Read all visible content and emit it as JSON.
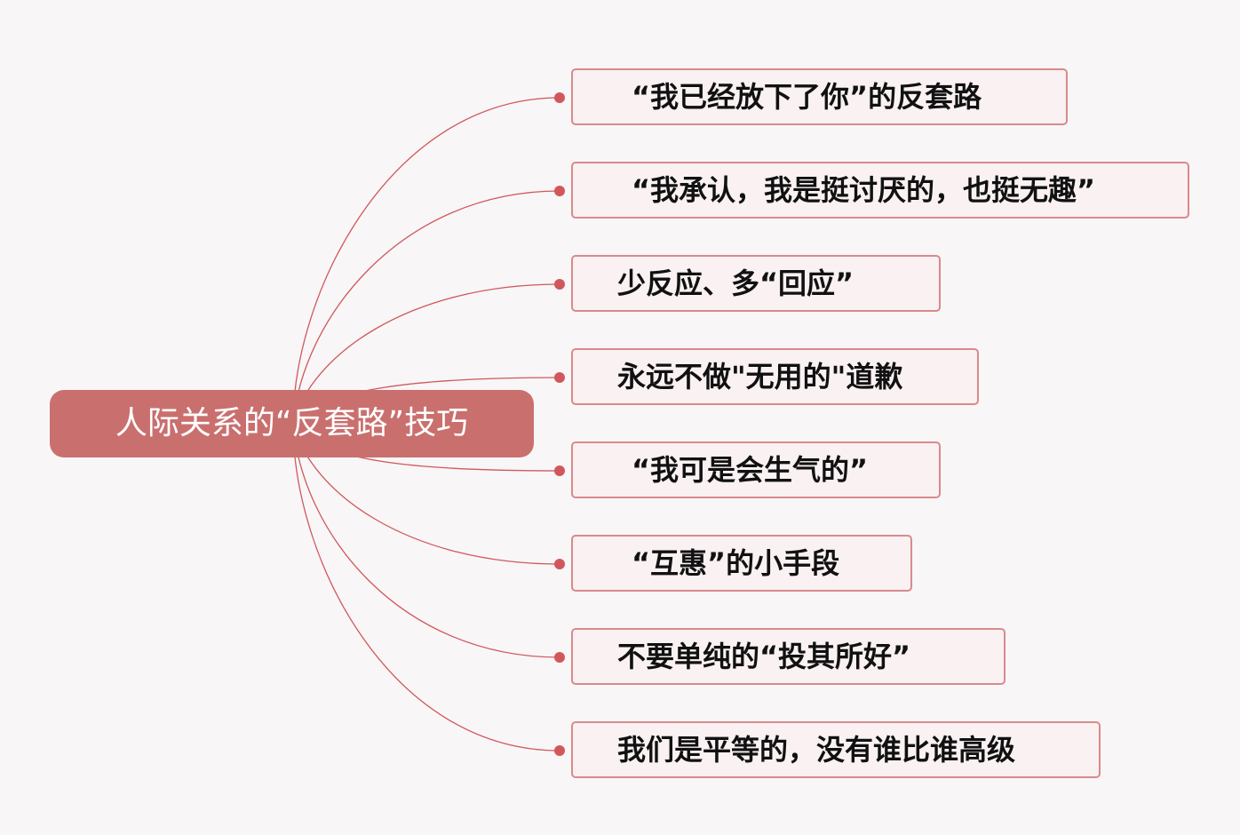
{
  "mindmap": {
    "root": {
      "label": "人际关系的“反套路”技巧"
    },
    "branches": [
      {
        "label": "“我已经放下了你”的反套路"
      },
      {
        "label": "“我承认，我是挺讨厌的，也挺无趣”"
      },
      {
        "label": "少反应、多“回应”"
      },
      {
        "label": "永远不做\"无用的\"道歉"
      },
      {
        "label": "“我可是会生气的”"
      },
      {
        "label": "“互惠”的小手段"
      },
      {
        "label": "不要单纯的“投其所好”"
      },
      {
        "label": "我们是平等的，没有谁比谁高级"
      }
    ]
  },
  "colors": {
    "root_fill": "#c9706f",
    "branch_border": "#d98a8c",
    "branch_fill": "#f9f1f2",
    "connector": "#d0585c"
  }
}
